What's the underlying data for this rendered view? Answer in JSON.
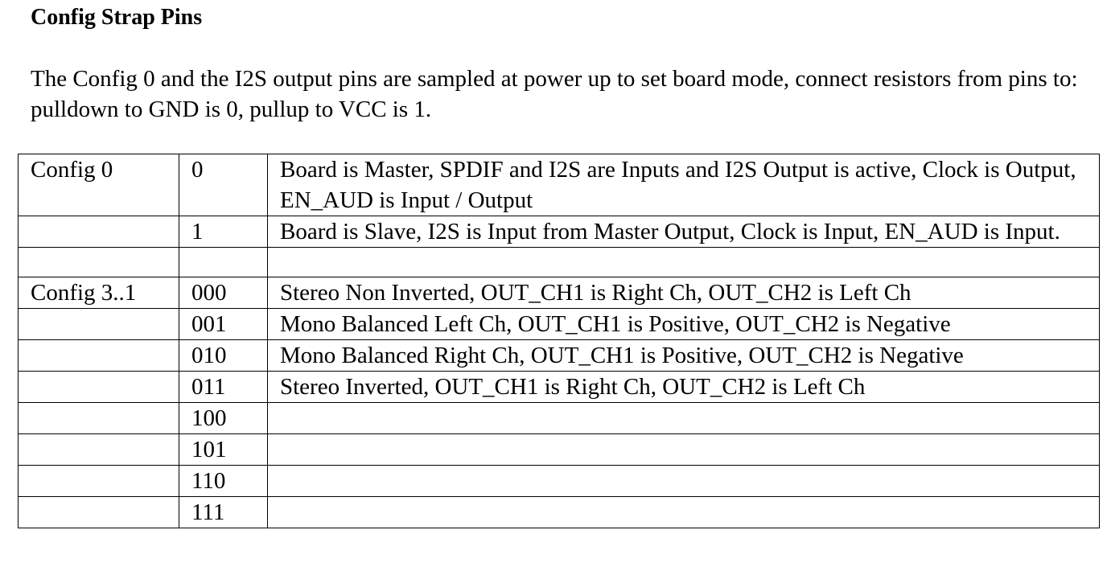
{
  "heading": "Config Strap Pins",
  "intro": "The Config 0 and the I2S output pins are sampled at power up to set board mode, connect resistors from pins to: pulldown to GND is 0, pullup to VCC is 1.",
  "table": {
    "rows": [
      {
        "config": "Config 0",
        "value": "0",
        "description": "Board is Master, SPDIF and I2S are Inputs and I2S Output is active, Clock is Output, EN_AUD is Input / Output"
      },
      {
        "config": "",
        "value": "1",
        "description": "Board is Slave, I2S is Input from Master Output, Clock is Input, EN_AUD is Input."
      },
      {
        "config": "",
        "value": "",
        "description": ""
      },
      {
        "config": "Config 3..1",
        "value": "000",
        "description": "Stereo Non Inverted, OUT_CH1 is Right Ch, OUT_CH2 is Left Ch"
      },
      {
        "config": "",
        "value": "001",
        "description": "Mono Balanced Left Ch, OUT_CH1 is Positive, OUT_CH2 is Negative"
      },
      {
        "config": "",
        "value": "010",
        "description": "Mono Balanced Right Ch, OUT_CH1 is Positive, OUT_CH2 is Negative"
      },
      {
        "config": "",
        "value": "011",
        "description": "Stereo Inverted, OUT_CH1 is Right Ch, OUT_CH2 is Left Ch"
      },
      {
        "config": "",
        "value": "100",
        "description": ""
      },
      {
        "config": "",
        "value": "101",
        "description": ""
      },
      {
        "config": "",
        "value": "110",
        "description": ""
      },
      {
        "config": "",
        "value": "111",
        "description": ""
      }
    ]
  }
}
